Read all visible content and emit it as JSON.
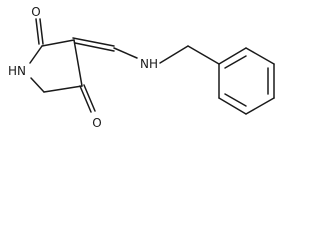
{
  "atom_labels": {
    "o_top": "O",
    "nh_ring": "HN",
    "nh_chain": "NH",
    "o_bottom": "O"
  },
  "colors": {
    "bond": "#1a1a1a",
    "text": "#1a1a1a",
    "background": "#ffffff"
  }
}
